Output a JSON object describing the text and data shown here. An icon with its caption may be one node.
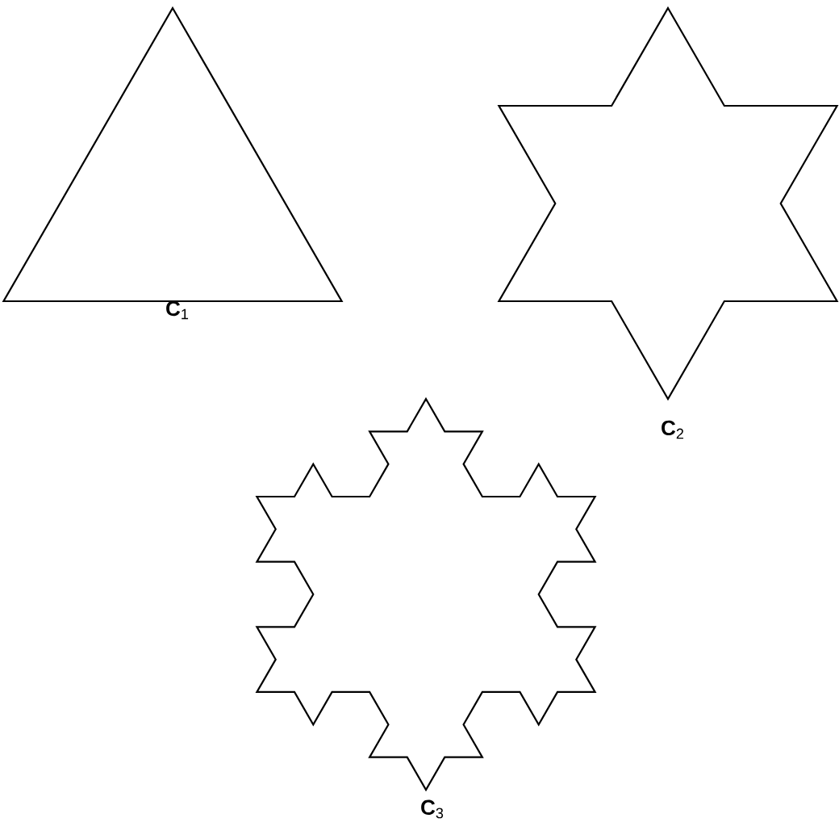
{
  "diagram": {
    "nodes": [
      {
        "text": [],
        "shape": "triangle",
        "beside": [
          "**C**$_{1}$"
        ]
      },
      {
        "text": [],
        "shape": "star",
        "beside": [
          "**C**$_{2}$"
        ]
      },
      {
        "text": [],
        "shape": "snowflake",
        "beside": [
          "**C**$_{3}$"
        ]
      }
    ]
  }
}
